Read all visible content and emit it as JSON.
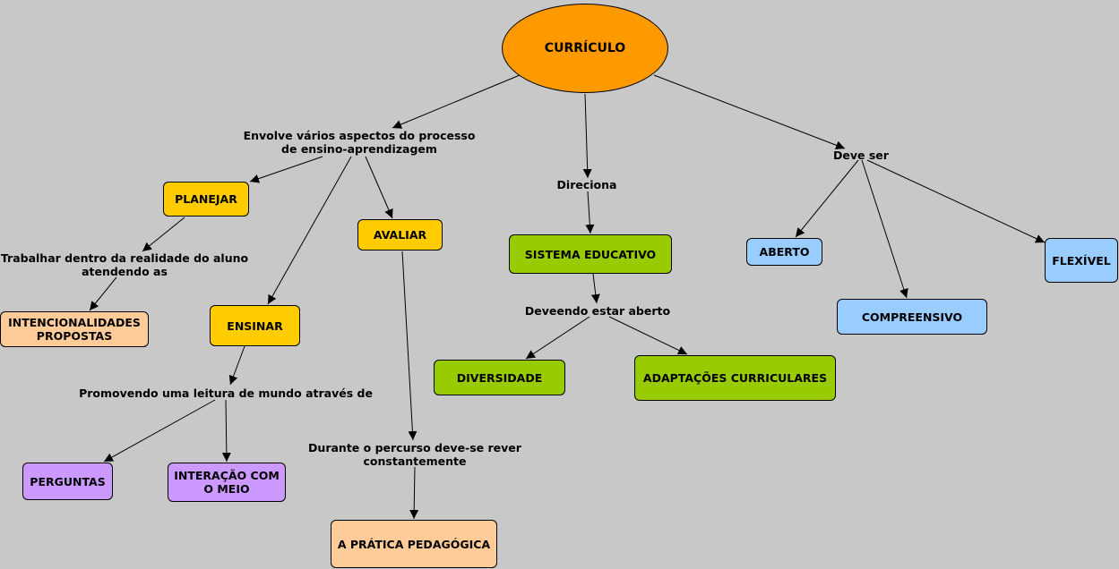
{
  "colors": {
    "background": "#c8c8c8",
    "root": "#ff9900",
    "action": "#ffcc00",
    "outcome": "#ffcc99",
    "system": "#99cc00",
    "quality": "#99ccff",
    "method": "#cc99ff"
  },
  "nodes": {
    "curriculo": "CURRÍCULO",
    "planejar": "PLANEJAR",
    "avaliar": "AVALIAR",
    "ensinar": "ENSINAR",
    "intencionalidades": "INTENCIONALIDADES PROPOSTAS",
    "perguntas": "PERGUNTAS",
    "interacao": "INTERAÇÃO COM O MEIO",
    "pratica": "A PRÁTICA PEDAGÓGICA",
    "sistema": "SISTEMA EDUCATIVO",
    "diversidade": "DIVERSIDADE",
    "adaptacoes": "ADAPTAÇÕES CURRICULARES",
    "aberto": "ABERTO",
    "compreensivo": "COMPREENSIVO",
    "flexivel": "FLEXÍVEL"
  },
  "links": {
    "envolve_1": "Envolve vários aspectos do processo",
    "envolve_2": "de ensino-aprendizagem",
    "trabalhar_1": "Trabalhar dentro da realidade do aluno",
    "trabalhar_2": "atendendo as",
    "promovendo": "Promovendo uma leitura de mundo através de",
    "durante_1": "Durante o percurso deve-se rever",
    "durante_2": "constantemente",
    "direciona": "Direciona",
    "deveendo": "Deveendo estar aberto",
    "deve_ser": "Deve ser"
  }
}
